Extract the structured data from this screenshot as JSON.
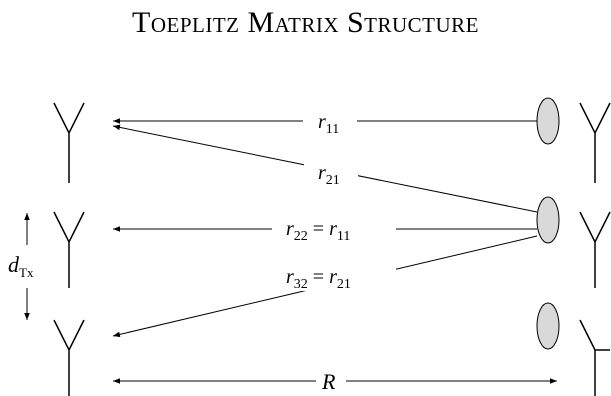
{
  "title": "Toeplitz Matrix Structure",
  "labels": {
    "r11": {
      "base": "r",
      "sub": "11"
    },
    "r21": {
      "base": "r",
      "sub": "21"
    },
    "r22": {
      "base": "r",
      "sub": "22",
      "eq": " = ",
      "base2": "r",
      "sub2": "11"
    },
    "r32": {
      "base": "r",
      "sub": "32",
      "eq": " = ",
      "base2": "r",
      "sub2": "21"
    },
    "dtx": {
      "base": "d",
      "sub": "Tx"
    },
    "R": "R"
  },
  "colors": {
    "stroke": "#000000",
    "scatterer_fill": "#d9d9d9"
  }
}
